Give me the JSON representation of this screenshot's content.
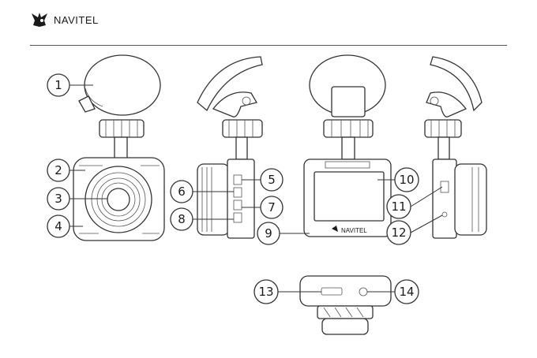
{
  "header": {
    "brand": "NAVITEL",
    "logo_icon": "navitel-bird-logo-icon"
  },
  "screen_brand": "NAVITEL",
  "callouts": [
    {
      "label": "1"
    },
    {
      "label": "2"
    },
    {
      "label": "3"
    },
    {
      "label": "4"
    },
    {
      "label": "5"
    },
    {
      "label": "6"
    },
    {
      "label": "7"
    },
    {
      "label": "8"
    },
    {
      "label": "9"
    },
    {
      "label": "10"
    },
    {
      "label": "11"
    },
    {
      "label": "12"
    },
    {
      "label": "13"
    },
    {
      "label": "14"
    }
  ]
}
